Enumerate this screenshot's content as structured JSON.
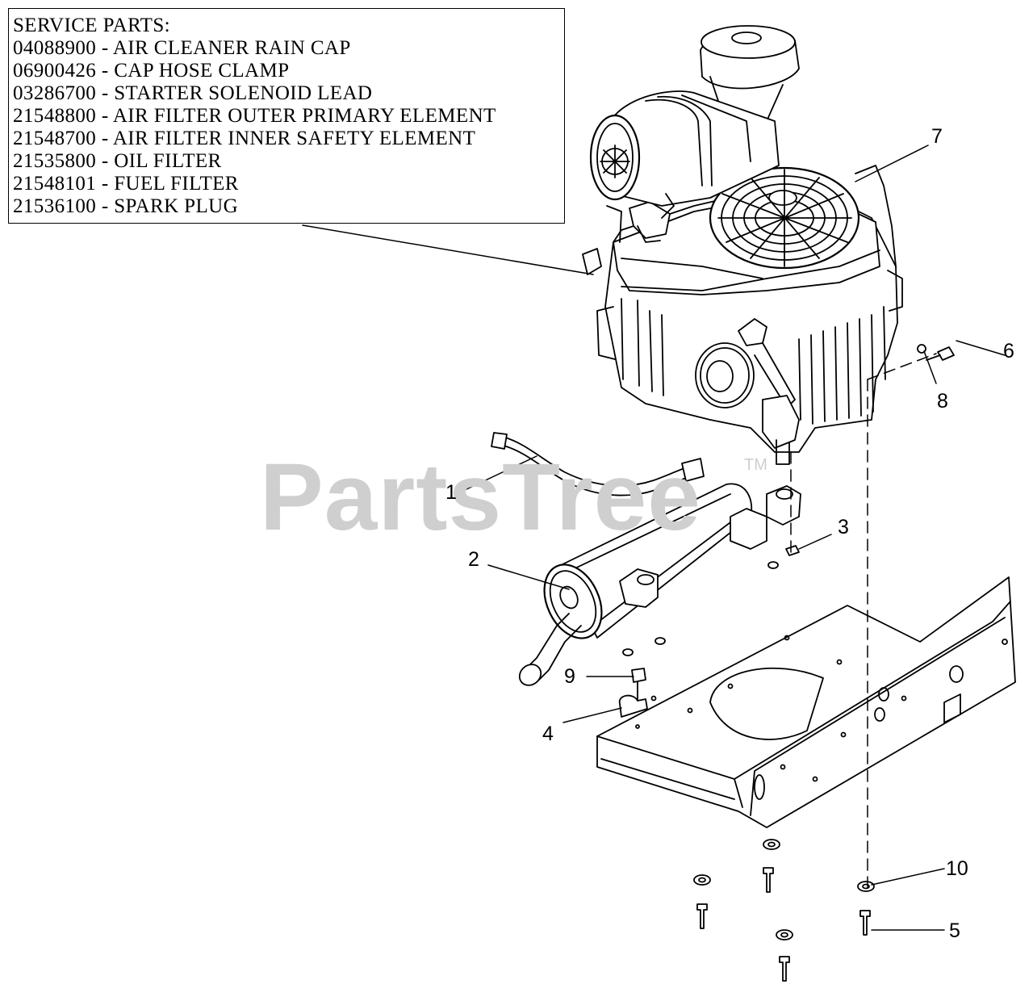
{
  "service_parts": {
    "title": "SERVICE PARTS:",
    "items": [
      "04088900 - AIR CLEANER RAIN CAP",
      "06900426 - CAP HOSE CLAMP",
      "03286700 - STARTER SOLENOID LEAD",
      "21548800 - AIR FILTER OUTER PRIMARY ELEMENT",
      "21548700 - AIR FILTER INNER SAFETY ELEMENT",
      "21535800 - OIL FILTER",
      "21548101 - FUEL FILTER",
      "21536100 - SPARK PLUG"
    ]
  },
  "watermark": {
    "text": "PartsTree",
    "tm": "TM"
  },
  "callouts": {
    "c1": "1",
    "c2": "2",
    "c3": "3",
    "c4": "4",
    "c5": "5",
    "c6": "6",
    "c7": "7",
    "c8": "8",
    "c9": "9",
    "c10": "10"
  },
  "colors": {
    "ink": "#000000",
    "watermark": "#cfcfcf",
    "background": "#ffffff"
  }
}
